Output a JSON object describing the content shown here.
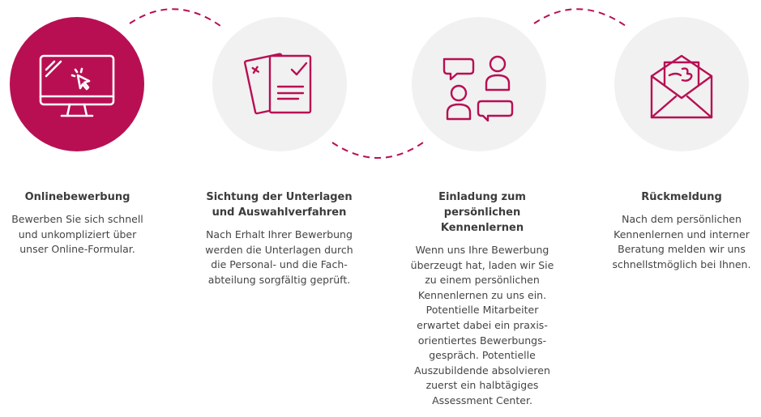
{
  "colors": {
    "accent": "#b80f53",
    "circle_inactive": "#f1f1f1",
    "icon_on_accent": "#ffffff",
    "text": "#3c3c3c"
  },
  "steps": [
    {
      "icon": "monitor-click-icon",
      "active": true,
      "title": "Onlinebewerbung",
      "body": "Bewerben Sie sich schnell und unkompliziert über unser Online-Formular."
    },
    {
      "icon": "documents-check-icon",
      "active": false,
      "title": "Sichtung der Unterlagen und Auswahlverfahren",
      "body": "Nach Erhalt Ihrer Bewerbung werden die Unterlagen durch die Personal- und die Fach-abteilung sorgfältig geprüft."
    },
    {
      "icon": "people-chat-icon",
      "active": false,
      "title": "Einladung zum persönlichen Kennenlernen",
      "body": "Wenn uns Ihre Bewerbung überzeugt hat, laden wir Sie zu einem persönlichen Kennenlernen zu uns ein. Potentielle Mitarbeiter erwartet dabei ein praxis-orientiertes Bewerbungs-gespräch. Potentielle Auszubildende absolvieren zuerst ein halbtägiges Assessment Center."
    },
    {
      "icon": "envelope-letter-icon",
      "active": false,
      "title": "Rückmeldung",
      "body": "Nach dem persönlichen Kennenlernen und interner Beratung melden wir uns schnellstmöglich bei Ihnen."
    }
  ]
}
